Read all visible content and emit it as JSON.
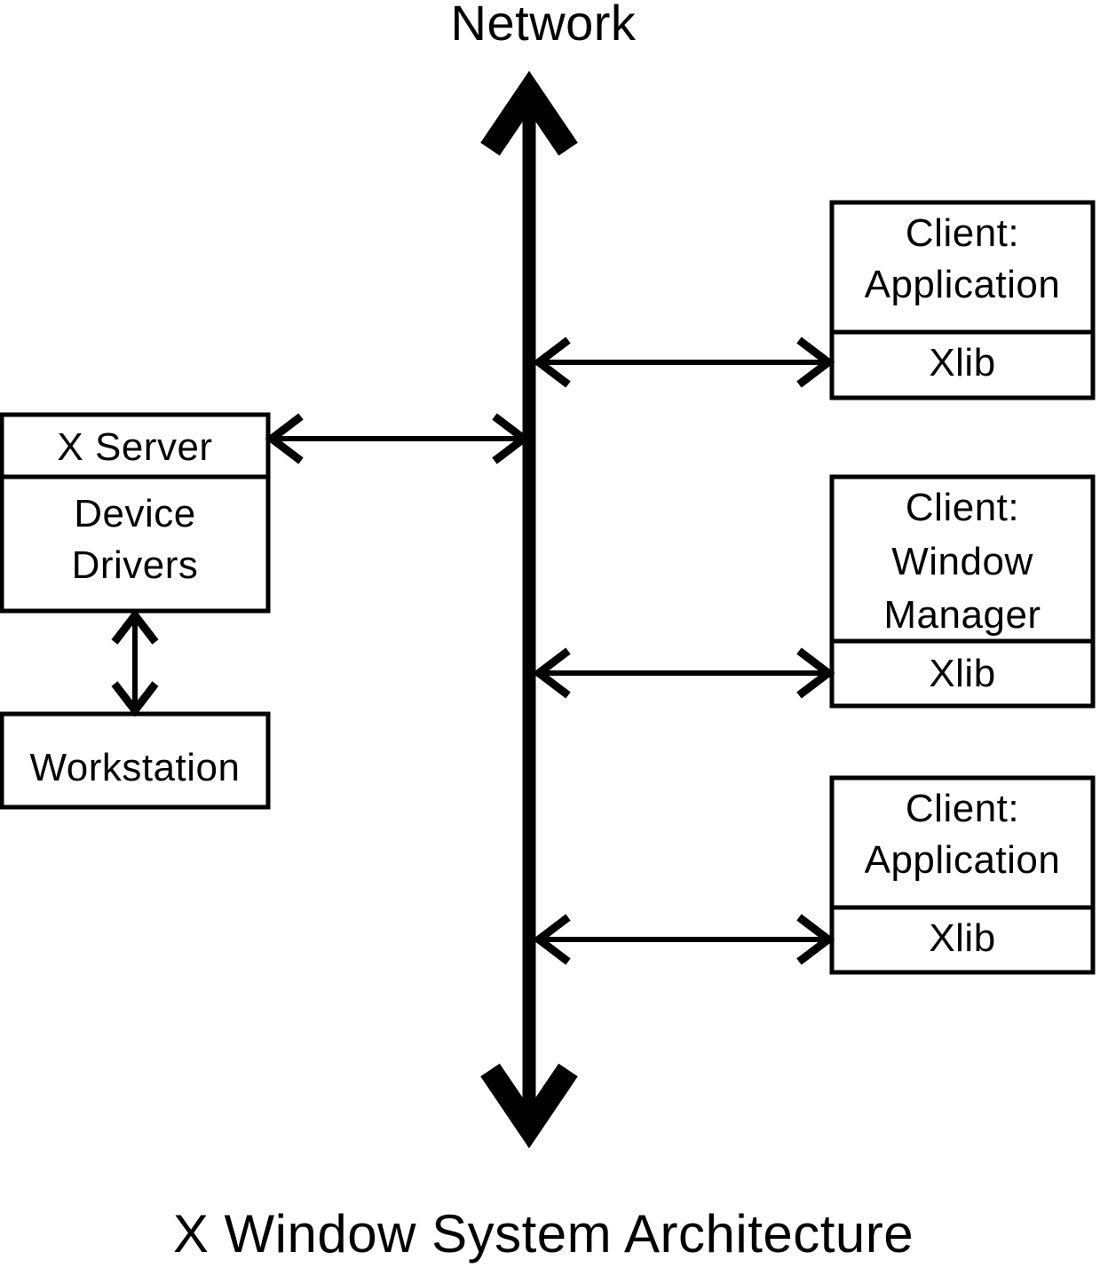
{
  "diagram": {
    "title": "Network",
    "caption": "X Window System Architecture",
    "colors": {
      "stroke": "#000000",
      "background": "#ffffff",
      "text": "#000000"
    },
    "server_side": {
      "x_server_label": "X Server",
      "device_drivers_line1": "Device",
      "device_drivers_line2": "Drivers",
      "workstation_label": "Workstation"
    },
    "clients": [
      {
        "title_line1": "Client:",
        "title_line2": "Application",
        "title_line3": "",
        "lib_label": "Xlib"
      },
      {
        "title_line1": "Client:",
        "title_line2": "Window",
        "title_line3": "Manager",
        "lib_label": "Xlib"
      },
      {
        "title_line1": "Client:",
        "title_line2": "Application",
        "title_line3": "",
        "lib_label": "Xlib"
      }
    ],
    "connections": [
      {
        "name": "network-to-client-1",
        "style": "double-headed"
      },
      {
        "name": "network-to-xserver",
        "style": "double-headed"
      },
      {
        "name": "network-to-client-2",
        "style": "double-headed"
      },
      {
        "name": "network-to-client-3",
        "style": "double-headed"
      },
      {
        "name": "device-drivers-to-workstation",
        "style": "double-headed"
      },
      {
        "name": "network-bus",
        "style": "double-headed-thick-vertical"
      }
    ]
  }
}
